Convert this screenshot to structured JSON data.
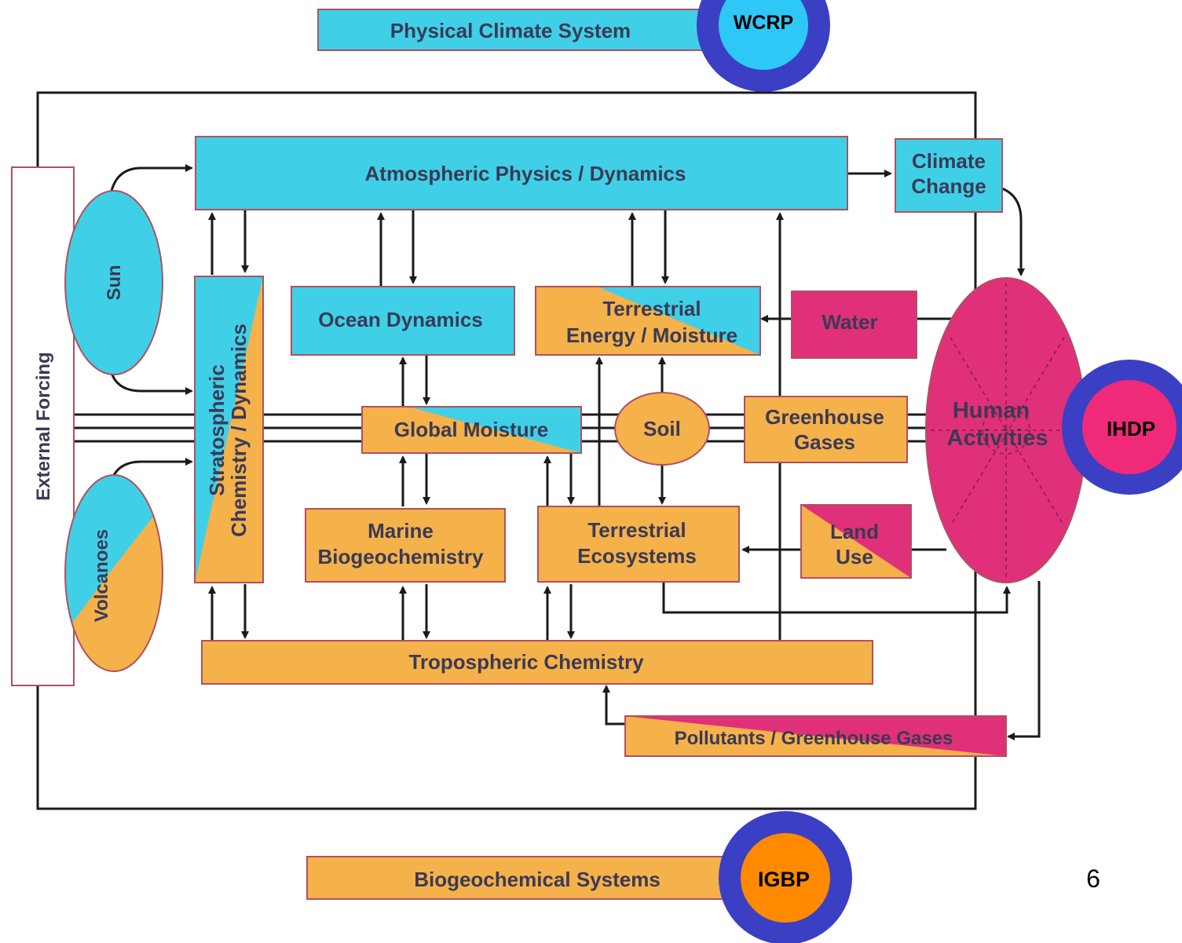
{
  "colors": {
    "physical": "#3fd0e8",
    "biogeo": "#f5b14a",
    "human": "#e0307a",
    "ring": "#3b3fc4",
    "wcrp_fill": "#2ec8f7",
    "ihdp_fill": "#f02a78",
    "igbp_fill": "#ff8a00"
  },
  "legend": {
    "physical_label": "Physical Climate System",
    "biogeo_label": "Biogeochemical Systems"
  },
  "badges": {
    "wcrp": "WCRP",
    "ihdp": "IHDP",
    "igbp": "IGBP"
  },
  "nodes": {
    "external_forcing": "External Forcing",
    "sun": "Sun",
    "volcanoes": "Volcanoes",
    "atmospheric": "Atmospheric Physics / Dynamics",
    "climate_change_1": "Climate",
    "climate_change_2": "Change",
    "strato_1": "Stratospheric",
    "strato_2": "Chemistry / Dynamics",
    "ocean_dynamics": "Ocean Dynamics",
    "terr_energy_1": "Terrestrial",
    "terr_energy_2": "Energy / Moisture",
    "water": "Water",
    "global_moisture": "Global Moisture",
    "soil": "Soil",
    "greenhouse_1": "Greenhouse",
    "greenhouse_2": "Gases",
    "human_1": "Human",
    "human_2": "Activities",
    "marine_1": "Marine",
    "marine_2": "Biogeochemistry",
    "terr_eco_1": "Terrestrial",
    "terr_eco_2": "Ecosystems",
    "land_use_1": "Land",
    "land_use_2": "Use",
    "tropospheric": "Tropospheric Chemistry",
    "pollutants": "Pollutants / Greenhouse Gases"
  },
  "page_number": "6"
}
